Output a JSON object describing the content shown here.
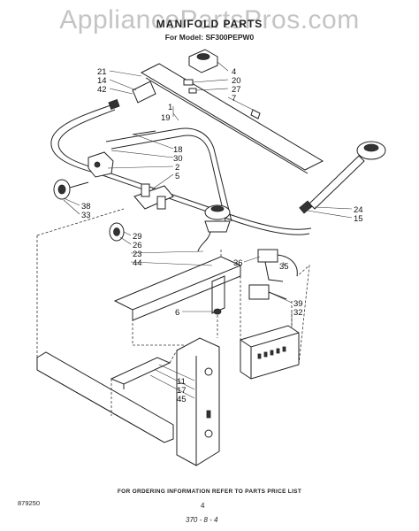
{
  "watermark": "AppliancePartsPros.com",
  "header": {
    "title": "MANIFOLD PARTS",
    "model": "For Model: SF300PEPW0"
  },
  "callouts": {
    "c21": "21",
    "c14": "14",
    "c42": "42",
    "c4": "4",
    "c20": "20",
    "c27": "27",
    "c7": "7",
    "c1": "1",
    "c19": "19",
    "c18": "18",
    "c30": "30",
    "c2": "2",
    "c5": "5",
    "c38": "38",
    "c33": "33",
    "c29": "29",
    "c26": "26",
    "c23": "23",
    "c44": "44",
    "c24": "24",
    "c15": "15",
    "c36": "36",
    "c35": "35",
    "c39": "39",
    "c32": "32",
    "c6": "6",
    "c11": "11",
    "c17": "17",
    "c45": "45"
  },
  "footer": {
    "ordering": "FOR ORDERING INFORMATION REFER TO PARTS PRICE LIST",
    "reference": "879250",
    "page": "4",
    "code": "370 - 8 - 4"
  }
}
